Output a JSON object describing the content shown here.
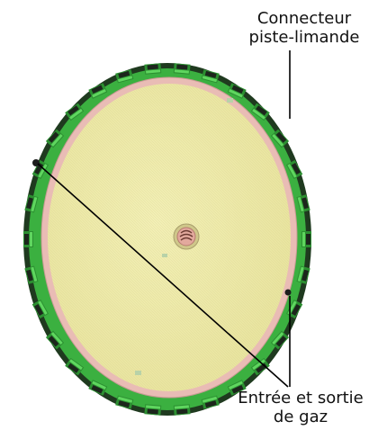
{
  "labels": {
    "connector_line1": "Connecteur",
    "connector_line2": "piste-limande",
    "gas_line1": "Entrée et sortie",
    "gas_line2": "de gaz"
  },
  "colors": {
    "disc_face": "#eeeaaa",
    "disc_ring": "#e7b7b1",
    "pcb_green": "#34b33a",
    "connector_dark": "#1e2a1e",
    "leader_line": "#000000",
    "hub": "#e3aa9e"
  },
  "icons": {
    "disc": "detector-disc-illustration",
    "hub": "central-hub-icon"
  }
}
